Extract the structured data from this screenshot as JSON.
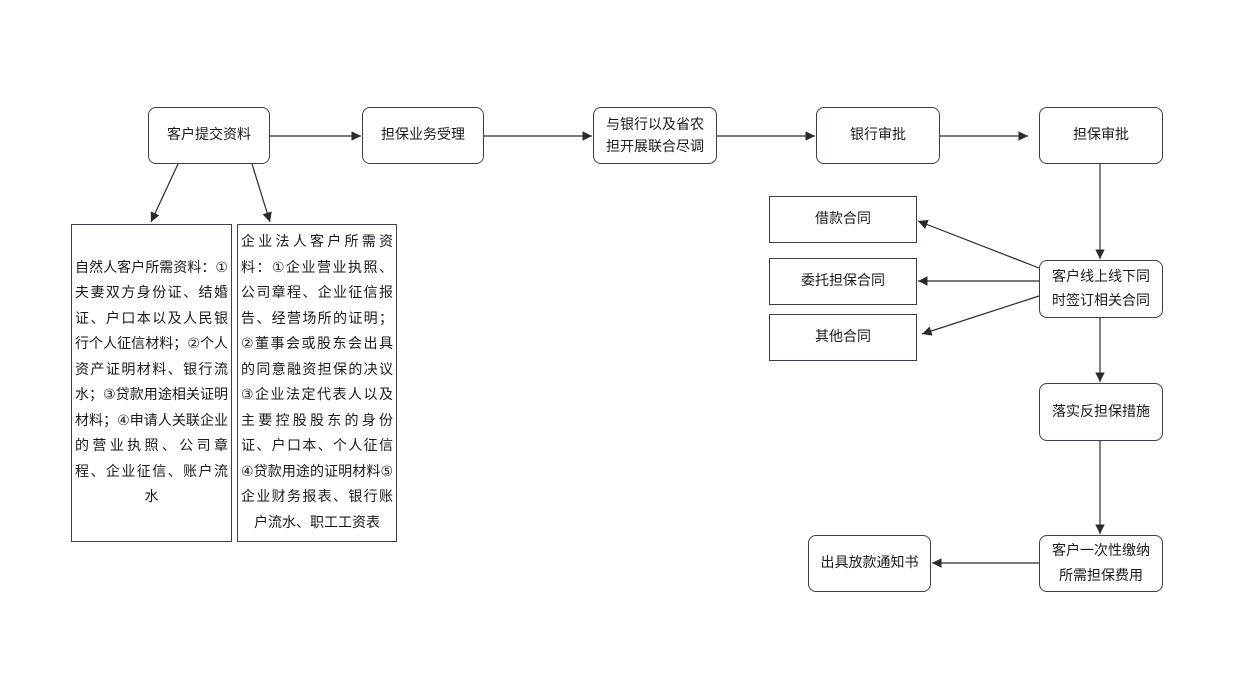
{
  "nodes": {
    "submit": "客户提交资料",
    "accept": "担保业务受理",
    "joint_line1": "与银行以及省农",
    "joint_line2": "担开展联合尽调",
    "bank_review": "银行审批",
    "guarantee_review": "担保审批",
    "sign_line1": "客户线上线下同",
    "sign_line2": "时签订相关合同",
    "counter_guarantee": "落实反担保措施",
    "pay_line1": "客户一次性缴纳",
    "pay_line2": "所需担保费用",
    "loan_notice": "出具放款通知书"
  },
  "contracts": {
    "loan": "借款合同",
    "entrust": "委托担保合同",
    "other": "其他合同"
  },
  "materials": {
    "natural_person": "自然人客户所需资料：①夫妻双方身份证、结婚证、户口本以及人民银行个人征信材料；②个人资产证明材料、银行流水；③贷款用途相关证明材料；④申请人关联企业的营业执照、公司章程、企业征信、账户流水",
    "enterprise": "企业法人客户所需资料：①企业营业执照、公司章程、企业征信报告、经营场所的证明；②董事会或股东会出具的同意融资担保的决议③企业法定代表人以及主要控股股东的身份证、户口本、个人征信④贷款用途的证明材料⑤企业财务报表、银行账户流水、职工工资表"
  },
  "colors": {
    "stroke": "#3a3f4b",
    "arrow": "#2b2b2b"
  }
}
